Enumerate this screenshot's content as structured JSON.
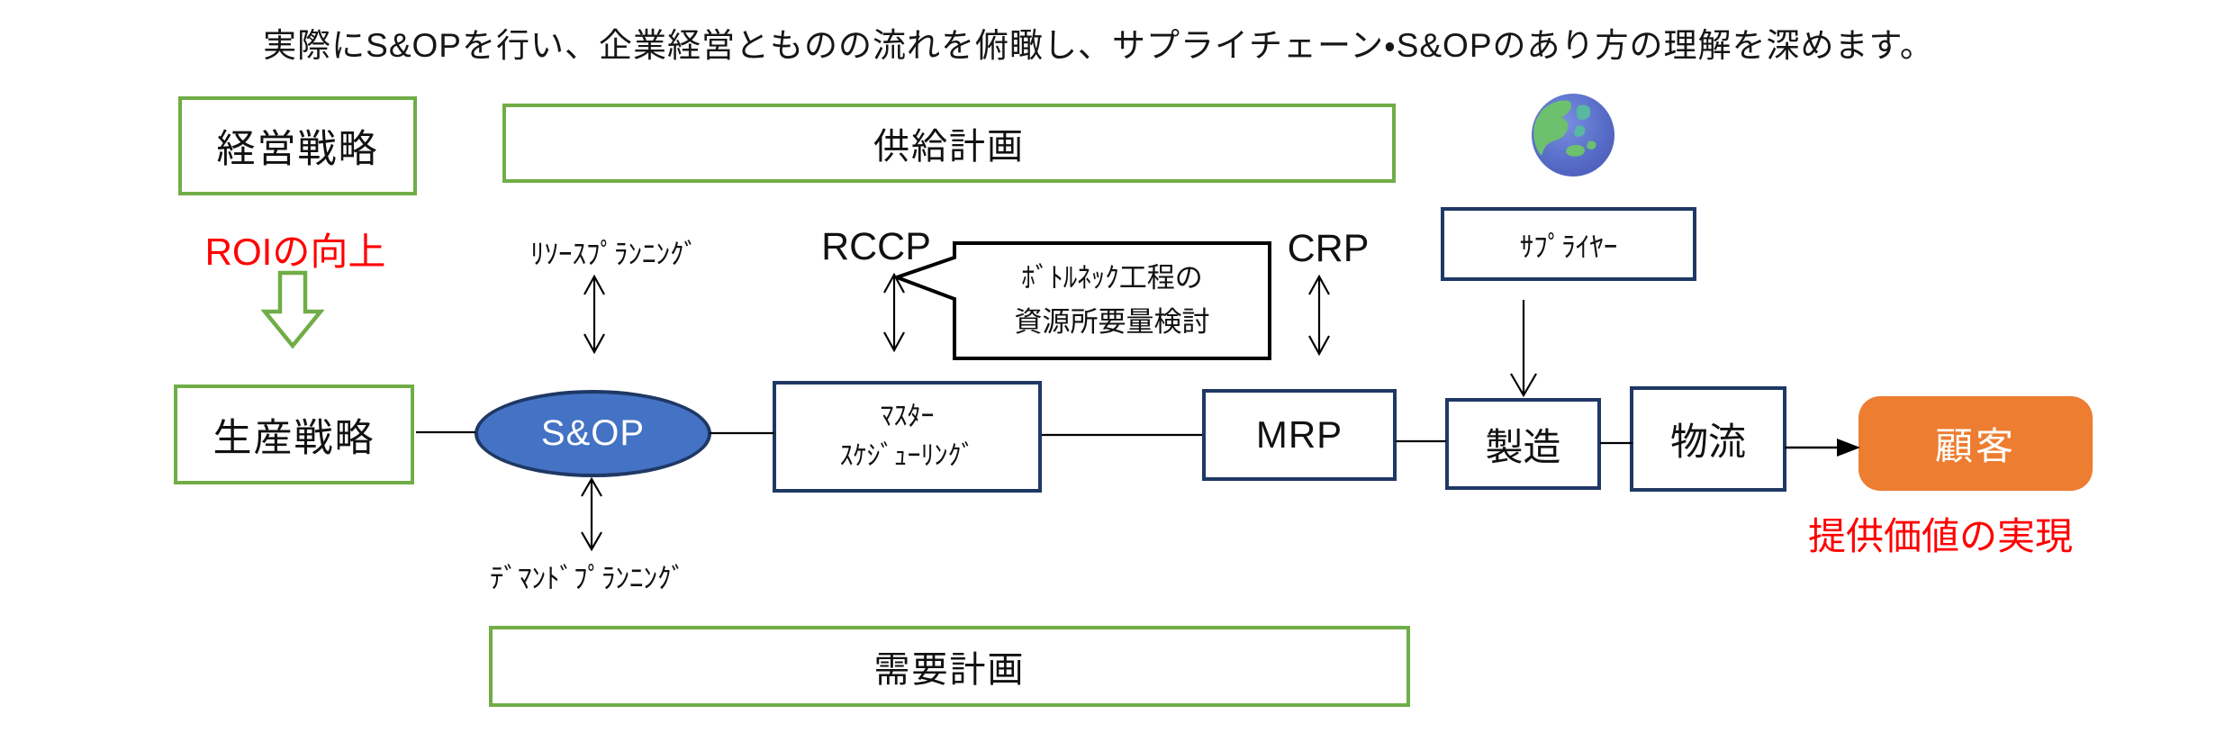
{
  "title": "実際にS&OPを行い、企業経営とものの流れを俯瞰し、サプライチェーン・S&OPのあり方の理解を深めます。",
  "colors": {
    "green_border": "#70AD47",
    "navy_border": "#1F3864",
    "sop_fill": "#4472C4",
    "customer_fill": "#ED7D31",
    "red_text": "#FF0000",
    "line_black": "#000000"
  },
  "flow": {
    "management_strategy": "経営戦略",
    "supply_plan": "供給計画",
    "roi": "ROIの向上",
    "resource_planning": "ﾘｿｰｽﾌﾟﾗﾝﾆﾝｸﾞ",
    "rccp": "RCCP",
    "bottleneck_callout": {
      "line1": "ﾎﾞﾄﾙﾈｯｸ工程の",
      "line2": "資源所要量検討"
    },
    "crp": "CRP",
    "supplier": "ｻﾌﾟﾗｲﾔｰ",
    "production_strategy": "生産戦略",
    "sop": "S&OP",
    "master_scheduling": {
      "line1": "ﾏｽﾀｰ",
      "line2": "ｽｹｼﾞｭｰﾘﾝｸﾞ"
    },
    "mrp": "MRP",
    "manufacturing": "製造",
    "logistics": "物流",
    "customer": "顧客",
    "value_delivery": "提供価値の実現",
    "demand_planning": "ﾃﾞﾏﾝﾄﾞﾌﾟﾗﾝﾆﾝｸﾞ",
    "demand_plan": "需要計画"
  },
  "icons": {
    "globe": "globe-asia"
  }
}
